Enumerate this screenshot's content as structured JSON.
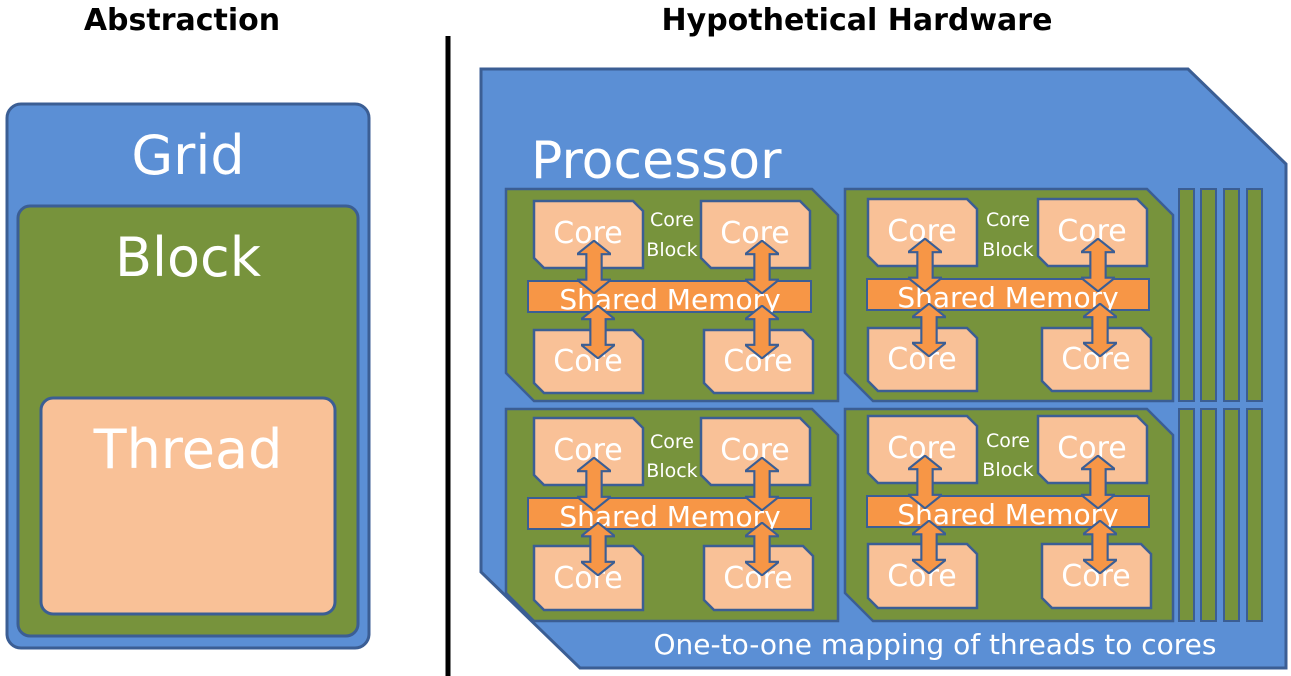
{
  "headers": {
    "abstraction": "Abstraction",
    "hardware": "Hypothetical Hardware"
  },
  "abstraction": {
    "grid_label": "Grid",
    "block_label": "Block",
    "thread_label": "Thread"
  },
  "hardware": {
    "processor_label": "Processor",
    "core_label": "Core",
    "core_block_line1": "Core",
    "core_block_line2": "Block",
    "shared_memory_label": "Shared Memory",
    "footer": "One-to-one mapping of threads to cores"
  },
  "colors": {
    "blue": "#5B8FD5",
    "blue_stroke": "#3B5E94",
    "green": "#77933C",
    "peach": "#F9C197",
    "orange": "#F79646"
  }
}
